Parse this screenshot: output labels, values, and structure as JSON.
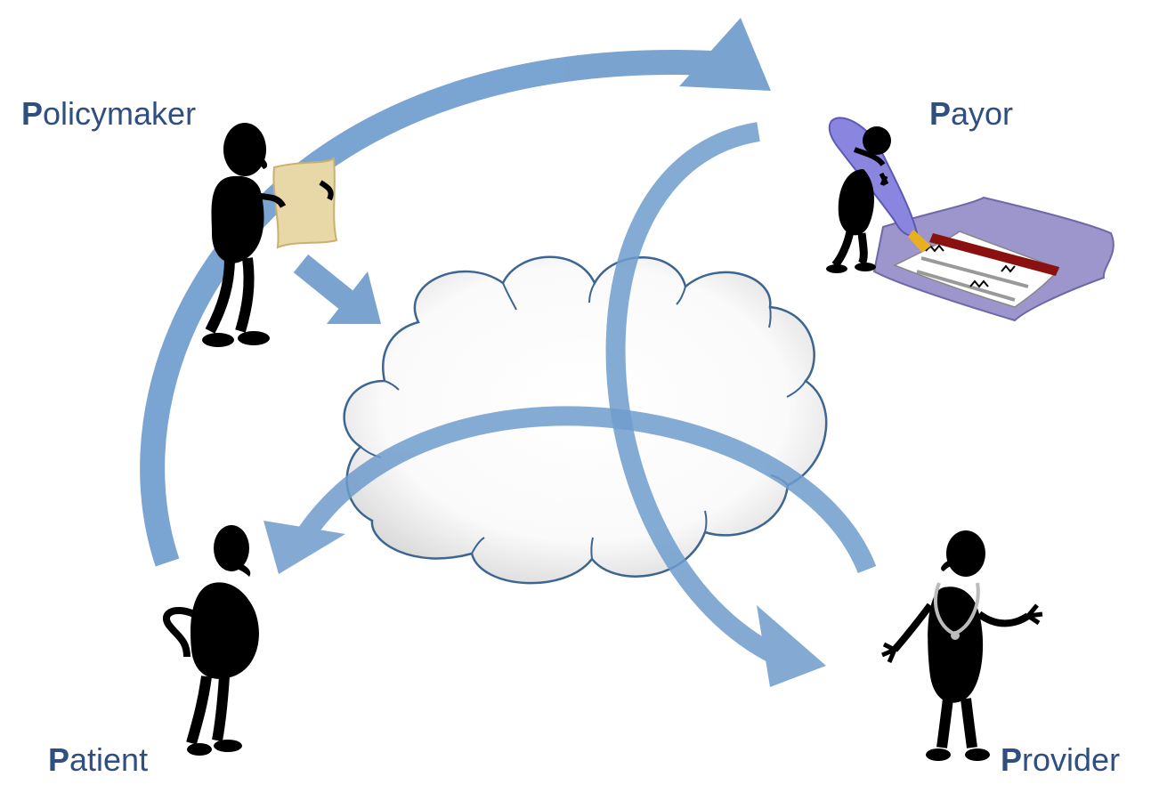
{
  "colors": {
    "label_text": "#2e4f7f",
    "arrow": "#6f9ccd",
    "cloud_stroke": "#3d6592",
    "cloud_fill": "#ffffff",
    "figure": "#000000",
    "scroll": "#e8d8a8",
    "pen": "#8a86e0",
    "checkbook": "#9c96cc",
    "check_stripe": "#8b1010"
  },
  "roles": {
    "policymaker": {
      "initial": "P",
      "rest": "olicymaker"
    },
    "payor": {
      "initial": "P",
      "rest": "ayor"
    },
    "patient": {
      "initial": "P",
      "rest": "atient"
    },
    "provider": {
      "initial": "P",
      "rest": "rovider"
    }
  },
  "icons": {
    "policymaker": "person-holding-scroll-icon",
    "payor": "person-writing-check-icon",
    "patient": "person-hands-on-hip-icon",
    "provider": "doctor-with-stethoscope-icon",
    "center": "cloud-icon"
  }
}
